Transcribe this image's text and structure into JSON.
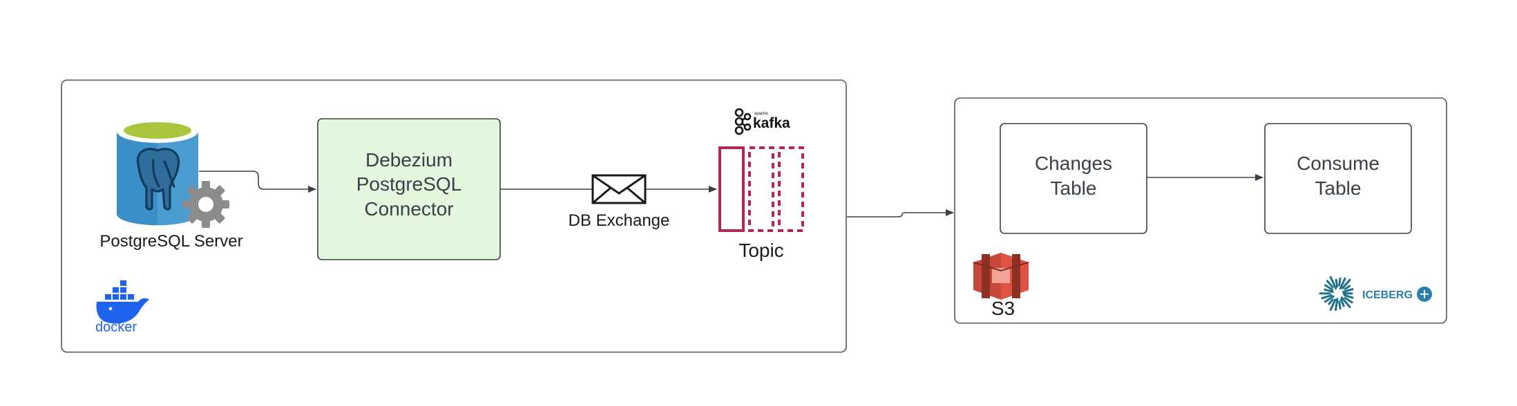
{
  "nodes": {
    "postgres": {
      "label": "PostgreSQL Server"
    },
    "debezium": {
      "line1": "Debezium",
      "line2": "PostgreSQL",
      "line3": "Connector"
    },
    "exchange": {
      "label": "DB Exchange"
    },
    "topic": {
      "label": "Topic"
    },
    "kafka_logo": {
      "text": "kafka",
      "superscript": "apache"
    },
    "docker_logo": {
      "text": "docker"
    },
    "changes_table": {
      "line1": "Changes",
      "line2": "Table"
    },
    "consume_table": {
      "line1": "Consume",
      "line2": "Table"
    },
    "s3": {
      "label": "S3"
    },
    "iceberg_logo": {
      "text": "ICEBERG"
    }
  },
  "colors": {
    "frame_stroke": "#555555",
    "debezium_fill": "#e2f7de",
    "postgres_cylinder": "#3a8fc8",
    "postgres_top": "#a9c53b",
    "gear": "#8c8c8c",
    "kafka_topic": "#b2275a",
    "docker_blue": "#1d63ed",
    "s3_red": "#c7473a",
    "iceberg_teal": "#1b6f86",
    "arrow": "#3b4148"
  },
  "icons": [
    "postgres-database-icon",
    "gear-icon",
    "envelope-icon",
    "kafka-logo",
    "docker-logo",
    "s3-bucket-icon",
    "iceberg-logo"
  ]
}
